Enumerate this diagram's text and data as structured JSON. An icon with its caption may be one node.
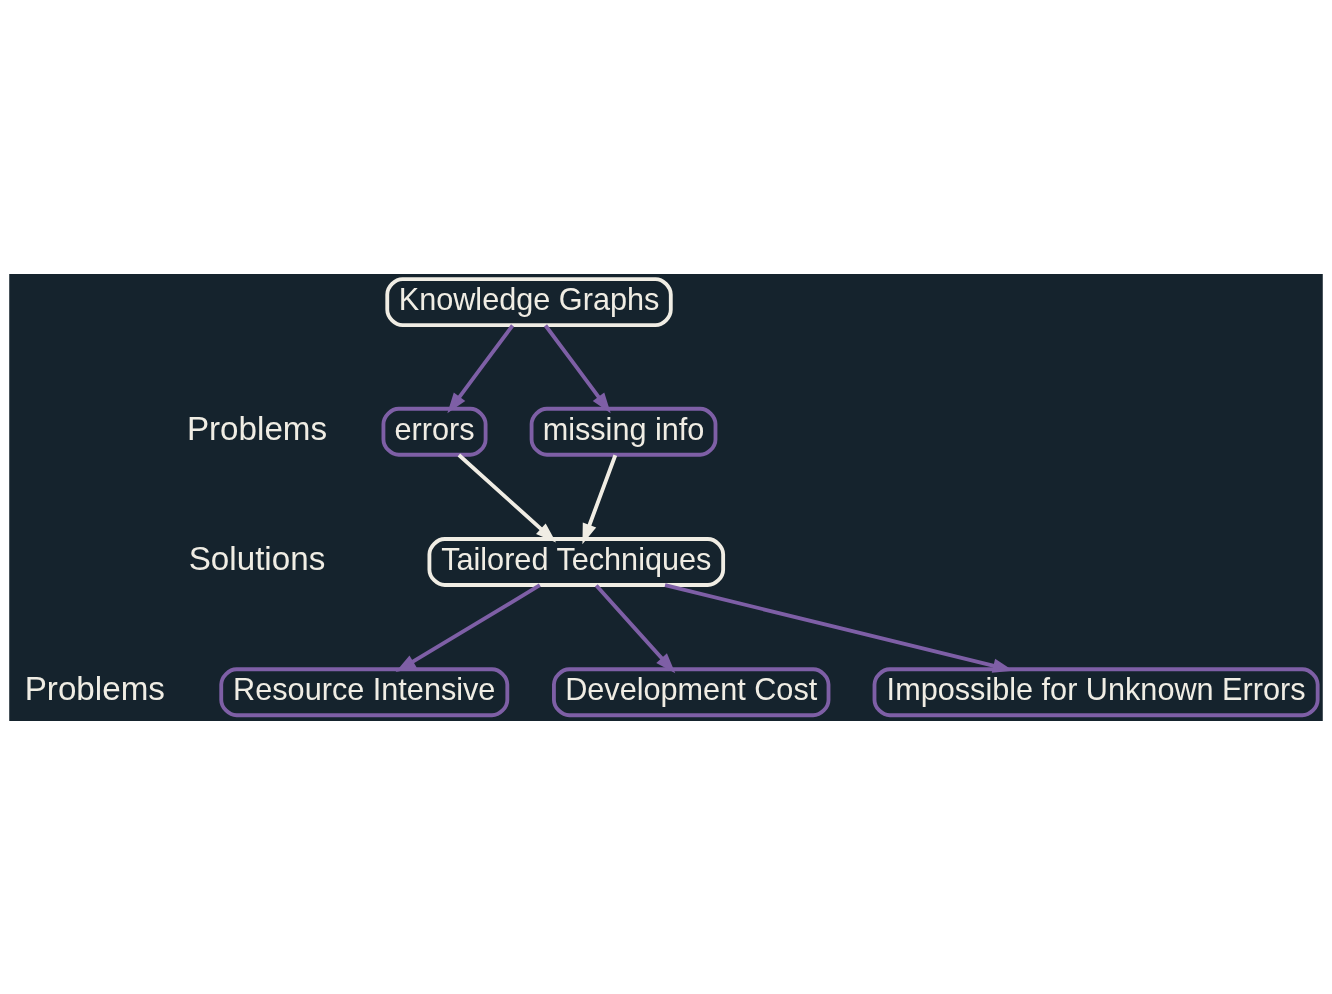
{
  "diagram": {
    "nodes": [
      {
        "text": [
          "Knowledge Graphs"
        ]
      },
      {
        "text": [
          "errors"
        ]
      },
      {
        "text": [
          "missing info"
        ]
      },
      {
        "text": [
          "Tailored Techniques"
        ]
      },
      {
        "text": [
          "Development Cost"
        ]
      },
      {
        "text": [
          "Impossible for Unknown Errors"
        ]
      },
      {
        "text": [
          "Resource Intensive"
        ]
      }
    ],
    "edges": [
      {
        "from": 0,
        "to": 1,
        "arrow": "to"
      },
      {
        "from": 0,
        "to": 2,
        "arrow": "to"
      },
      {
        "from": 1,
        "to": 3,
        "arrow": "to",
        "color": "#f0ede4"
      },
      {
        "from": 2,
        "to": 3,
        "arrow": "to",
        "color": "#f0ede4"
      },
      {
        "from": 3,
        "to": 4,
        "arrow": "to"
      },
      {
        "from": 3,
        "to": 5,
        "arrow": "to"
      },
      {
        "from": 3,
        "to": 6,
        "arrow": "to"
      }
    ],
    "labels": [
      "Problems",
      "Solutions",
      "Problems"
    ]
  }
}
